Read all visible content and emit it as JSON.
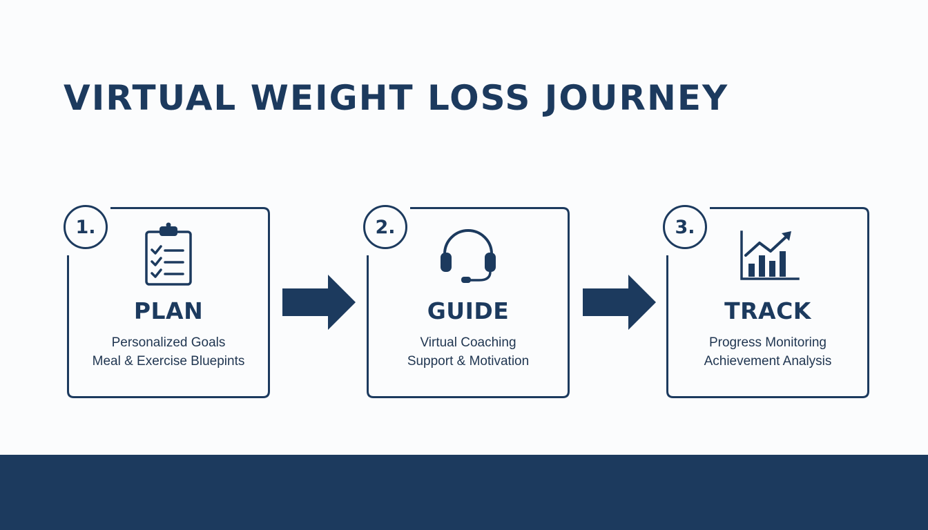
{
  "title": "VIRTUAL WEIGHT LOSS JOURNEY",
  "colors": {
    "primary": "#1c3a5e",
    "background": "#fbfcfd",
    "text": "#1f3550"
  },
  "steps": [
    {
      "number": "1.",
      "heading": "PLAN",
      "line1": "Personalized Goals",
      "line2": "Meal & Exercise Bluepints",
      "icon": "clipboard-checklist-icon"
    },
    {
      "number": "2.",
      "heading": "GUIDE",
      "line1": "Virtual Coaching",
      "line2": "Support & Motivation",
      "icon": "headset-icon"
    },
    {
      "number": "3.",
      "heading": "TRACK",
      "line1": "Progress Monitoring",
      "line2": "Achievement Analysis",
      "icon": "growth-chart-icon"
    }
  ]
}
